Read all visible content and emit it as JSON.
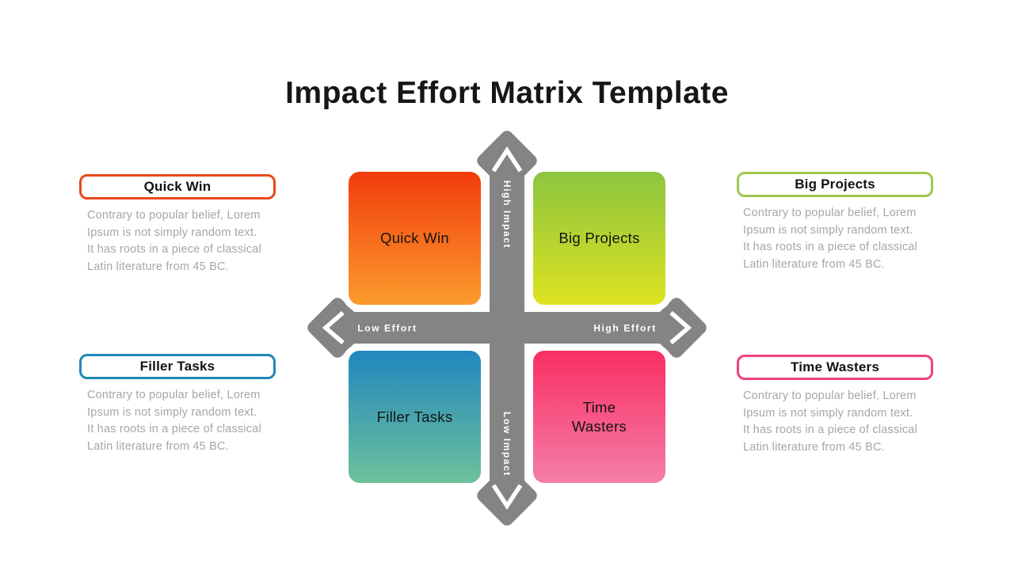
{
  "slide": {
    "title": "Impact Effort Matrix Template",
    "background": "#FFFFFF",
    "title_color": "#161616"
  },
  "matrix": {
    "axis": {
      "color": "#848484",
      "chevron_color": "#FFFFFF",
      "top_label": "High Impact",
      "bottom_label": "Low Impact",
      "left_label": "Low Effort",
      "right_label": "High Effort"
    },
    "quadrants": [
      {
        "id": "quick-win",
        "label": "Quick Win",
        "gradient_top": "#F23B0B",
        "gradient_bottom": "#FB9C2E"
      },
      {
        "id": "big-projects",
        "label": "Big Projects",
        "gradient_top": "#8CC540",
        "gradient_bottom": "#DEE321"
      },
      {
        "id": "filler-tasks",
        "label": "Filler Tasks",
        "gradient_top": "#2187BE",
        "gradient_bottom": "#6DC19B"
      },
      {
        "id": "time-wasters",
        "label": "Time\nWasters",
        "gradient_top": "#FA2E63",
        "gradient_bottom": "#F47EA8"
      }
    ]
  },
  "callouts": [
    {
      "id": "quick-win",
      "title": "Quick Win",
      "accent": "#E8491C",
      "body": "Contrary to popular belief, Lorem\nIpsum is not simply random text.\nIt has roots in a piece of classical\nLatin literature from 45 BC."
    },
    {
      "id": "filler-tasks",
      "title": "Filler Tasks",
      "accent": "#1F88B6",
      "body": "Contrary to popular belief, Lorem\nIpsum is not simply random text.\nIt has roots in a piece of classical\nLatin literature from 45 BC."
    },
    {
      "id": "big-projects",
      "title": "Big Projects",
      "accent": "#9DC94C",
      "body": "Contrary to popular belief, Lorem\nIpsum is not simply random text.\nIt has roots in a piece of classical\nLatin literature from 45 BC."
    },
    {
      "id": "time-wasters",
      "title": "Time Wasters",
      "accent": "#F0417A",
      "body": "Contrary to popular belief, Lorem\nIpsum is not simply random text.\nIt has roots in a piece of classical\nLatin literature from 45 BC."
    }
  ]
}
